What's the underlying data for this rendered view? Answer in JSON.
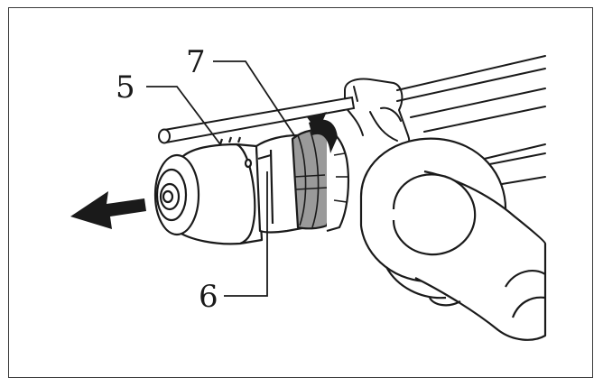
{
  "figure": {
    "callouts": [
      {
        "id": "c5",
        "label": "5"
      },
      {
        "id": "c6",
        "label": "6"
      },
      {
        "id": "c7",
        "label": "7"
      }
    ],
    "colors": {
      "line": "#1a1a1a",
      "ring_fill": "#9a9a9a",
      "arrow_fill": "#1a1a1a",
      "frame": "#3a3a3a"
    }
  }
}
